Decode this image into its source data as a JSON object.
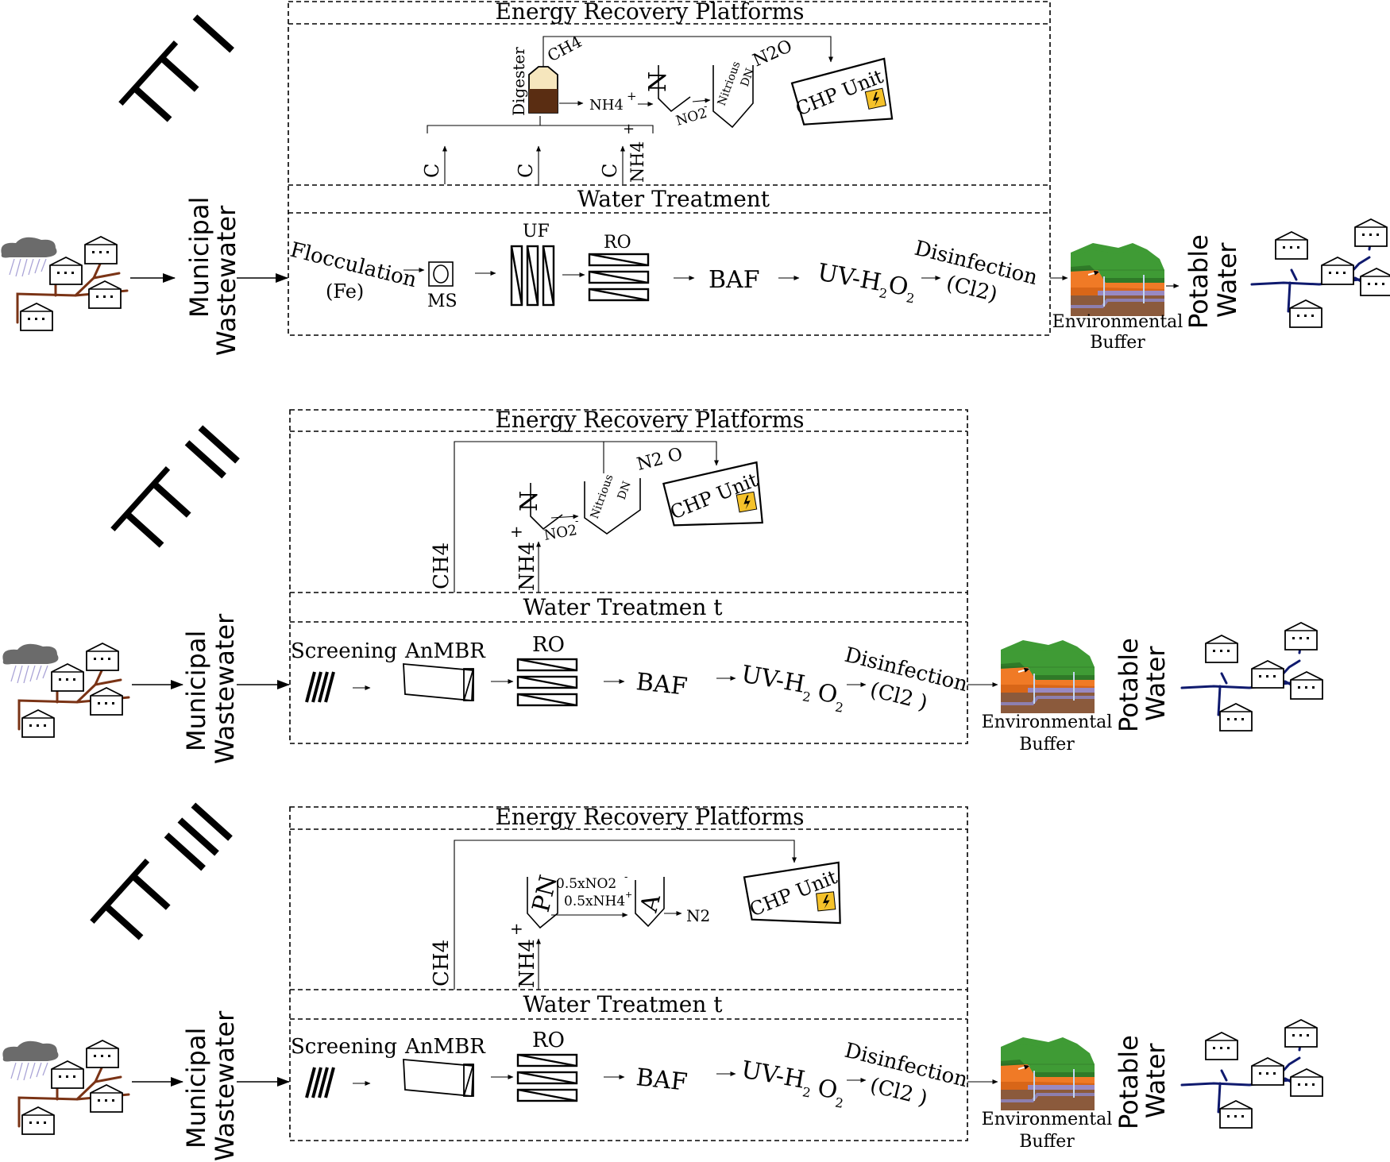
{
  "colors": {
    "cloud": "#6b6b6b",
    "rain": "#a9a3d6",
    "sewer_pipe": "#7a3315",
    "water_pipe": "#0f1a6e",
    "digester_top": "#f6e6bd",
    "digester_bottom": "#5a2d12",
    "chp_badge": "#f5c22a",
    "terrain_green": "#3f9b35",
    "terrain_orange": "#f07a26",
    "terrain_brown": "#8b5a3c",
    "aquifer_blue": "#8e8fe0"
  },
  "icons": [
    "rain-cloud-icon",
    "house-icon",
    "lightning-icon",
    "screen-bars-icon",
    "digester-icon",
    "environmental-buffer-icon"
  ],
  "common": {
    "energy_title": "Energy Recovery Platforms",
    "municipal": "Municipal",
    "wastewater": "Wastewater",
    "potable": "Potable",
    "water": "Water",
    "env_buffer_1": "Environmental",
    "env_buffer_2": "Buffer",
    "chp_unit": "CHP Unit",
    "disinfection": "Disinfection",
    "cl2": "(Cl2)",
    "cl2_spaced": "(Cl2 )",
    "baf": "BAF",
    "ro": "RO",
    "screening": "Screening",
    "anmbr": "AnMBR",
    "ch4": "CH4",
    "nh4": "NH4",
    "plus": "+"
  },
  "tt1": {
    "label": "TT I",
    "water_title": "Water Treatment",
    "flocculation": "Flocculation",
    "fe": "(Fe)",
    "ms": "MS",
    "uf": "UF",
    "uv": "UV-H",
    "uv_2a": "2",
    "uv_o": "O",
    "uv_2b": "2",
    "digester": "Digester",
    "nh4_arrow": "NH4",
    "n": "N",
    "no2": "NO2",
    "no2_minus": "-",
    "nitrious": "Nitrious",
    "dn": "DN",
    "n2o": "N2O",
    "c": "C"
  },
  "tt2": {
    "label": "TT II",
    "water_title": "Water Treatmen t",
    "uv": "UV-H",
    "uv_2a": "2",
    "uv_o": "O",
    "uv_2b": "2",
    "n": "N",
    "no2": "NO2",
    "no2_minus": "-",
    "nitrious": "Nitrious",
    "dn": "DN",
    "n2o": "N2 O"
  },
  "tt3": {
    "label": "TT III",
    "water_title": "Water Treatmen t",
    "uv": "UV-H",
    "uv_2a": "2",
    "uv_o": "O",
    "uv_2b": "2",
    "pn": "PN",
    "a": "A",
    "no2_frac": "0.5xNO2",
    "no2_minus": "-",
    "nh4_frac": "0.5xNH4",
    "nh4_plus": "+",
    "n2": "N2"
  }
}
